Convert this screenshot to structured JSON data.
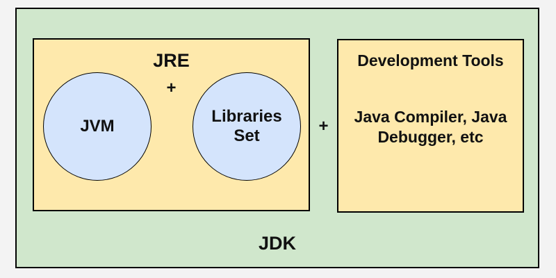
{
  "colors": {
    "page-bg": "#f3f3f3",
    "jdk-green": "#d0e7cc",
    "box-yellow": "#fee9ac",
    "circle-blue": "#d4e4fc",
    "border-black": "#000000",
    "text-dark": "#111111"
  },
  "diagram": {
    "jdk_label": "JDK",
    "jre": {
      "title": "JRE",
      "jvm_label": "JVM",
      "plus": "+",
      "libraries_label": "Libraries\nSet"
    },
    "plus_between": "+",
    "dev_tools": {
      "title": "Development Tools",
      "body": "Java Compiler, Java\nDebugger, etc"
    }
  }
}
